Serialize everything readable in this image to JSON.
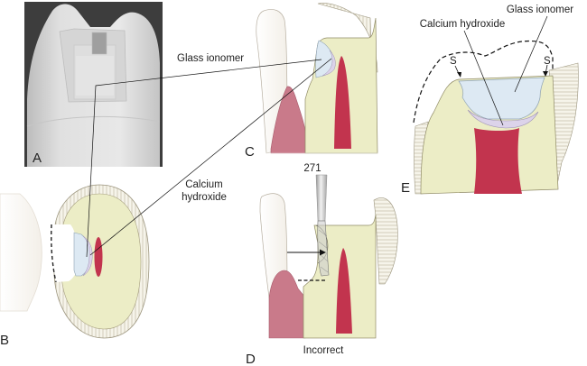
{
  "figure": {
    "panels": [
      {
        "id": "A",
        "letter": "A",
        "description": "Photo of tooth model with class V preparation"
      },
      {
        "id": "B",
        "letter": "B",
        "description": "Cross-section with restoration"
      },
      {
        "id": "C",
        "letter": "C",
        "description": "Sagittal section with glass ionomer restoration"
      },
      {
        "id": "D",
        "letter": "D",
        "description": "Bur position",
        "caption": "Incorrect"
      },
      {
        "id": "E",
        "letter": "E",
        "description": "Enlarged view of liner and base"
      }
    ],
    "labels": {
      "glass_ionomer_c": "Glass ionomer",
      "calcium_hydroxide_c_line1": "Calcium",
      "calcium_hydroxide_c_line2": "hydroxide",
      "bur_number": "271",
      "incorrect": "Incorrect",
      "glass_ionomer_e": "Glass ionomer",
      "calcium_hydroxide_e": "Calcium hydroxide",
      "s_left": "S",
      "s_right": "S"
    },
    "colors": {
      "dentin": "#ecedc6",
      "enamel": "#f4f1e6",
      "pulp": "#c2344e",
      "gingiva": "#c97a8a",
      "glass_ionomer": "#dde9f3",
      "calcium_hydroxide": "#dcd3ea",
      "photo_bg": "#3a3a3a",
      "outline": "#7a7358"
    }
  }
}
